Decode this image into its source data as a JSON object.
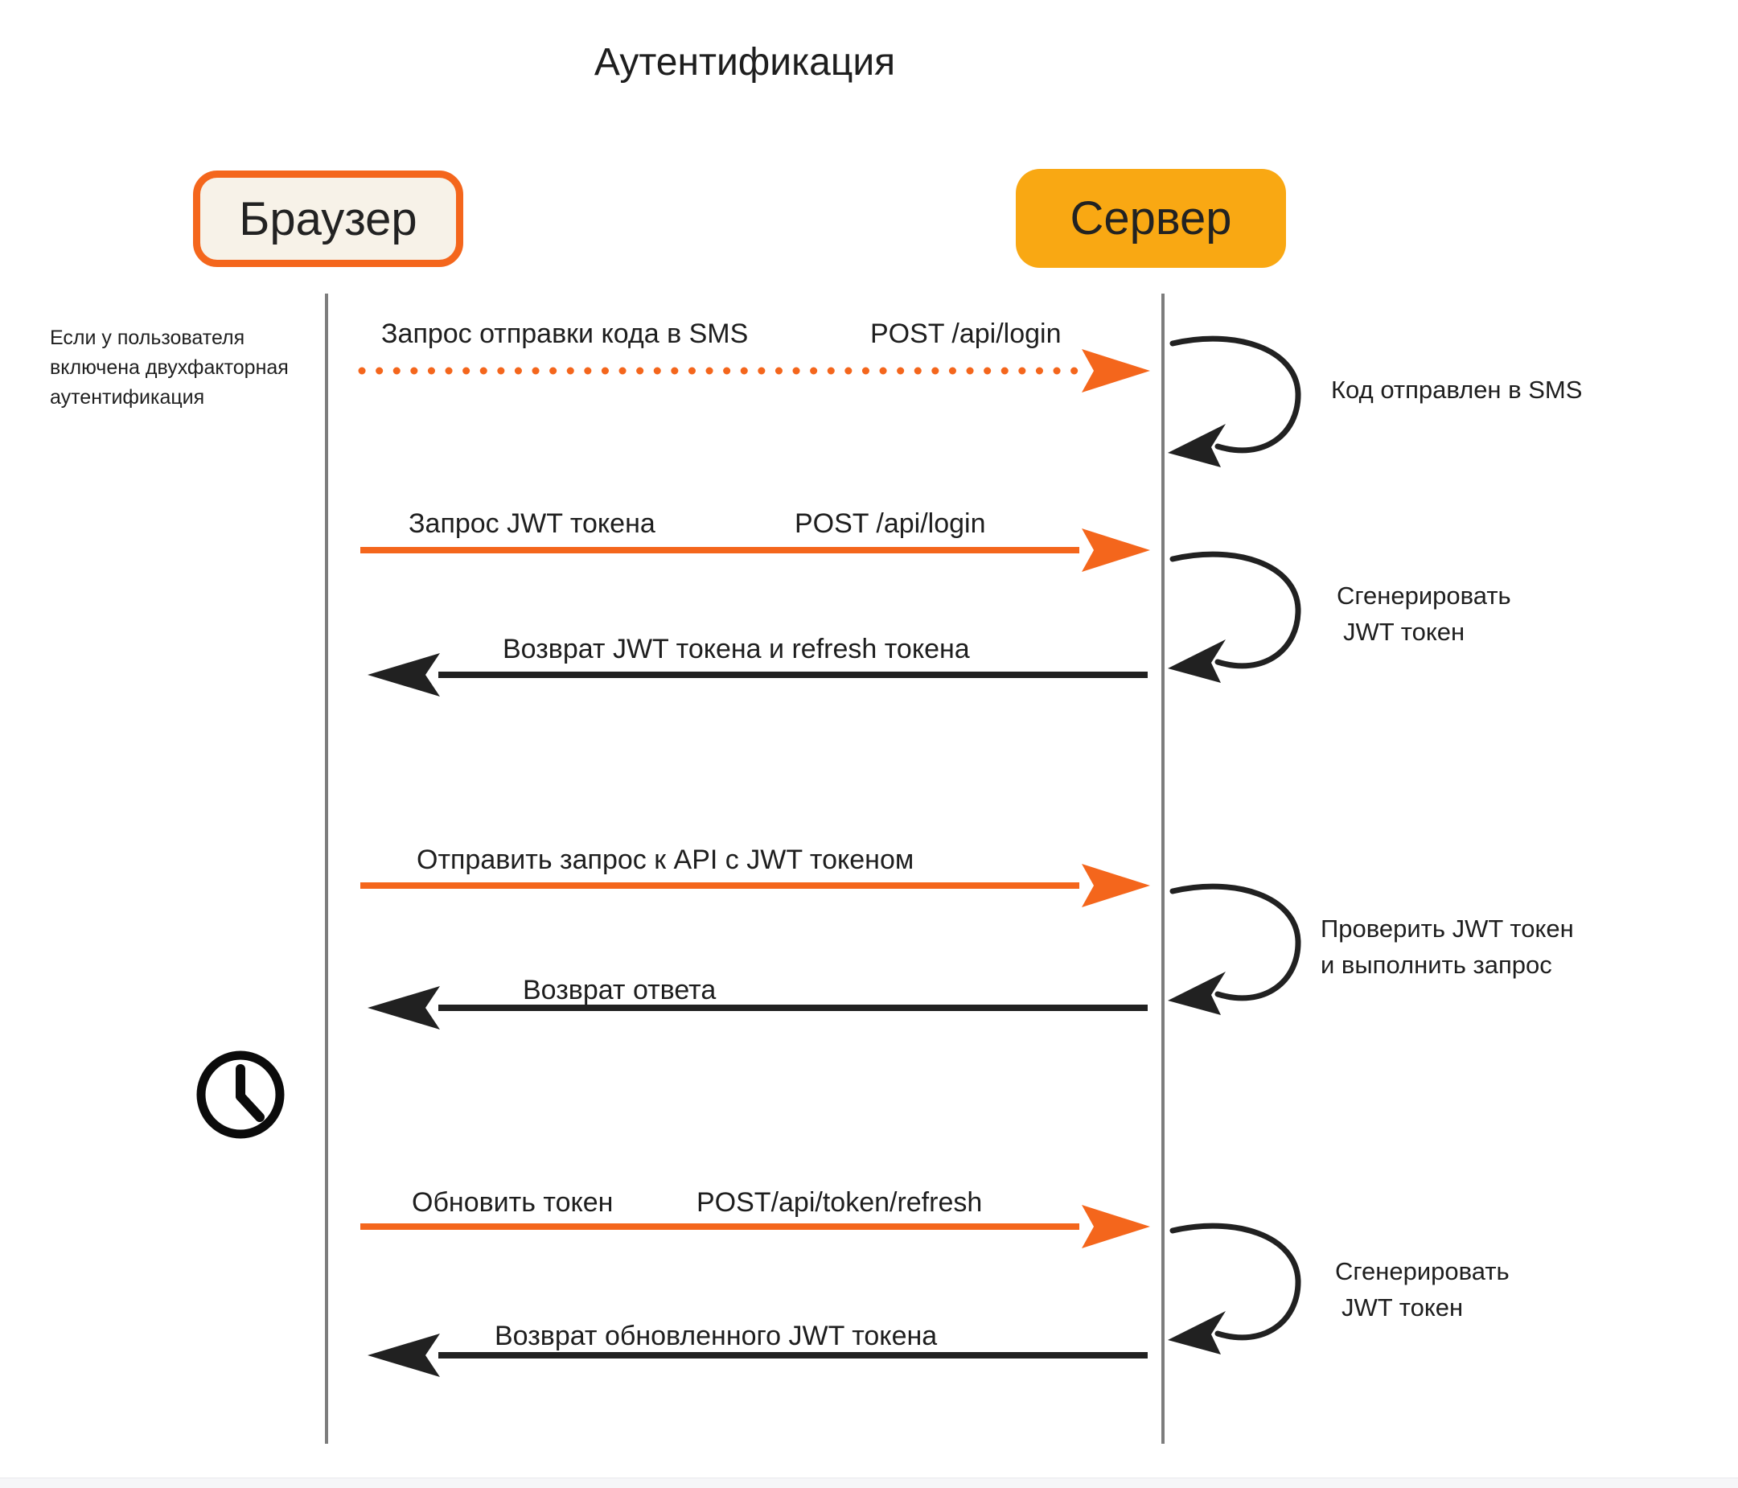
{
  "title": "Аутентификация",
  "actors": {
    "browser": {
      "label": "Браузер"
    },
    "server": {
      "label": "Сервер"
    }
  },
  "note": {
    "line1": "Если у пользователя",
    "line2": "включена двухфакторная",
    "line3": "аутентификация"
  },
  "messages": [
    {
      "label": "Запрос отправки кода в SMS",
      "method": "POST /api/login",
      "style": "dotted",
      "direction": "to-server"
    },
    {
      "label": "Запрос JWT токена",
      "method": "POST /api/login",
      "style": "solid",
      "direction": "to-server"
    },
    {
      "label": "Возврат JWT токена и refresh токена",
      "style": "solid",
      "direction": "to-browser"
    },
    {
      "label": "Отправить запрос к API с JWT токеном",
      "style": "solid",
      "direction": "to-server"
    },
    {
      "label": "Возврат ответа",
      "style": "solid",
      "direction": "to-browser"
    },
    {
      "label": "Обновить токен",
      "method": "POST/api/token/refresh",
      "style": "solid",
      "direction": "to-server"
    },
    {
      "label": "Возврат обновленного JWT токена",
      "style": "solid",
      "direction": "to-browser"
    }
  ],
  "server_actions": [
    {
      "lines": [
        "Код отправлен в SMS"
      ]
    },
    {
      "lines": [
        "Сгенерировать",
        "JWT токен"
      ]
    },
    {
      "lines": [
        "Проверить JWT токен",
        "и выполнить запрос"
      ]
    },
    {
      "lines": [
        "Сгенерировать",
        "JWT токен"
      ]
    }
  ],
  "icons": {
    "clock": "clock-icon"
  },
  "colors": {
    "accent_orange": "#F4661C",
    "server_fill": "#F9A813",
    "browser_fill": "#F7F2E8",
    "arrow_black": "#212121",
    "lifeline_gray": "#7D7D7D",
    "text": "#1E1E1E"
  }
}
